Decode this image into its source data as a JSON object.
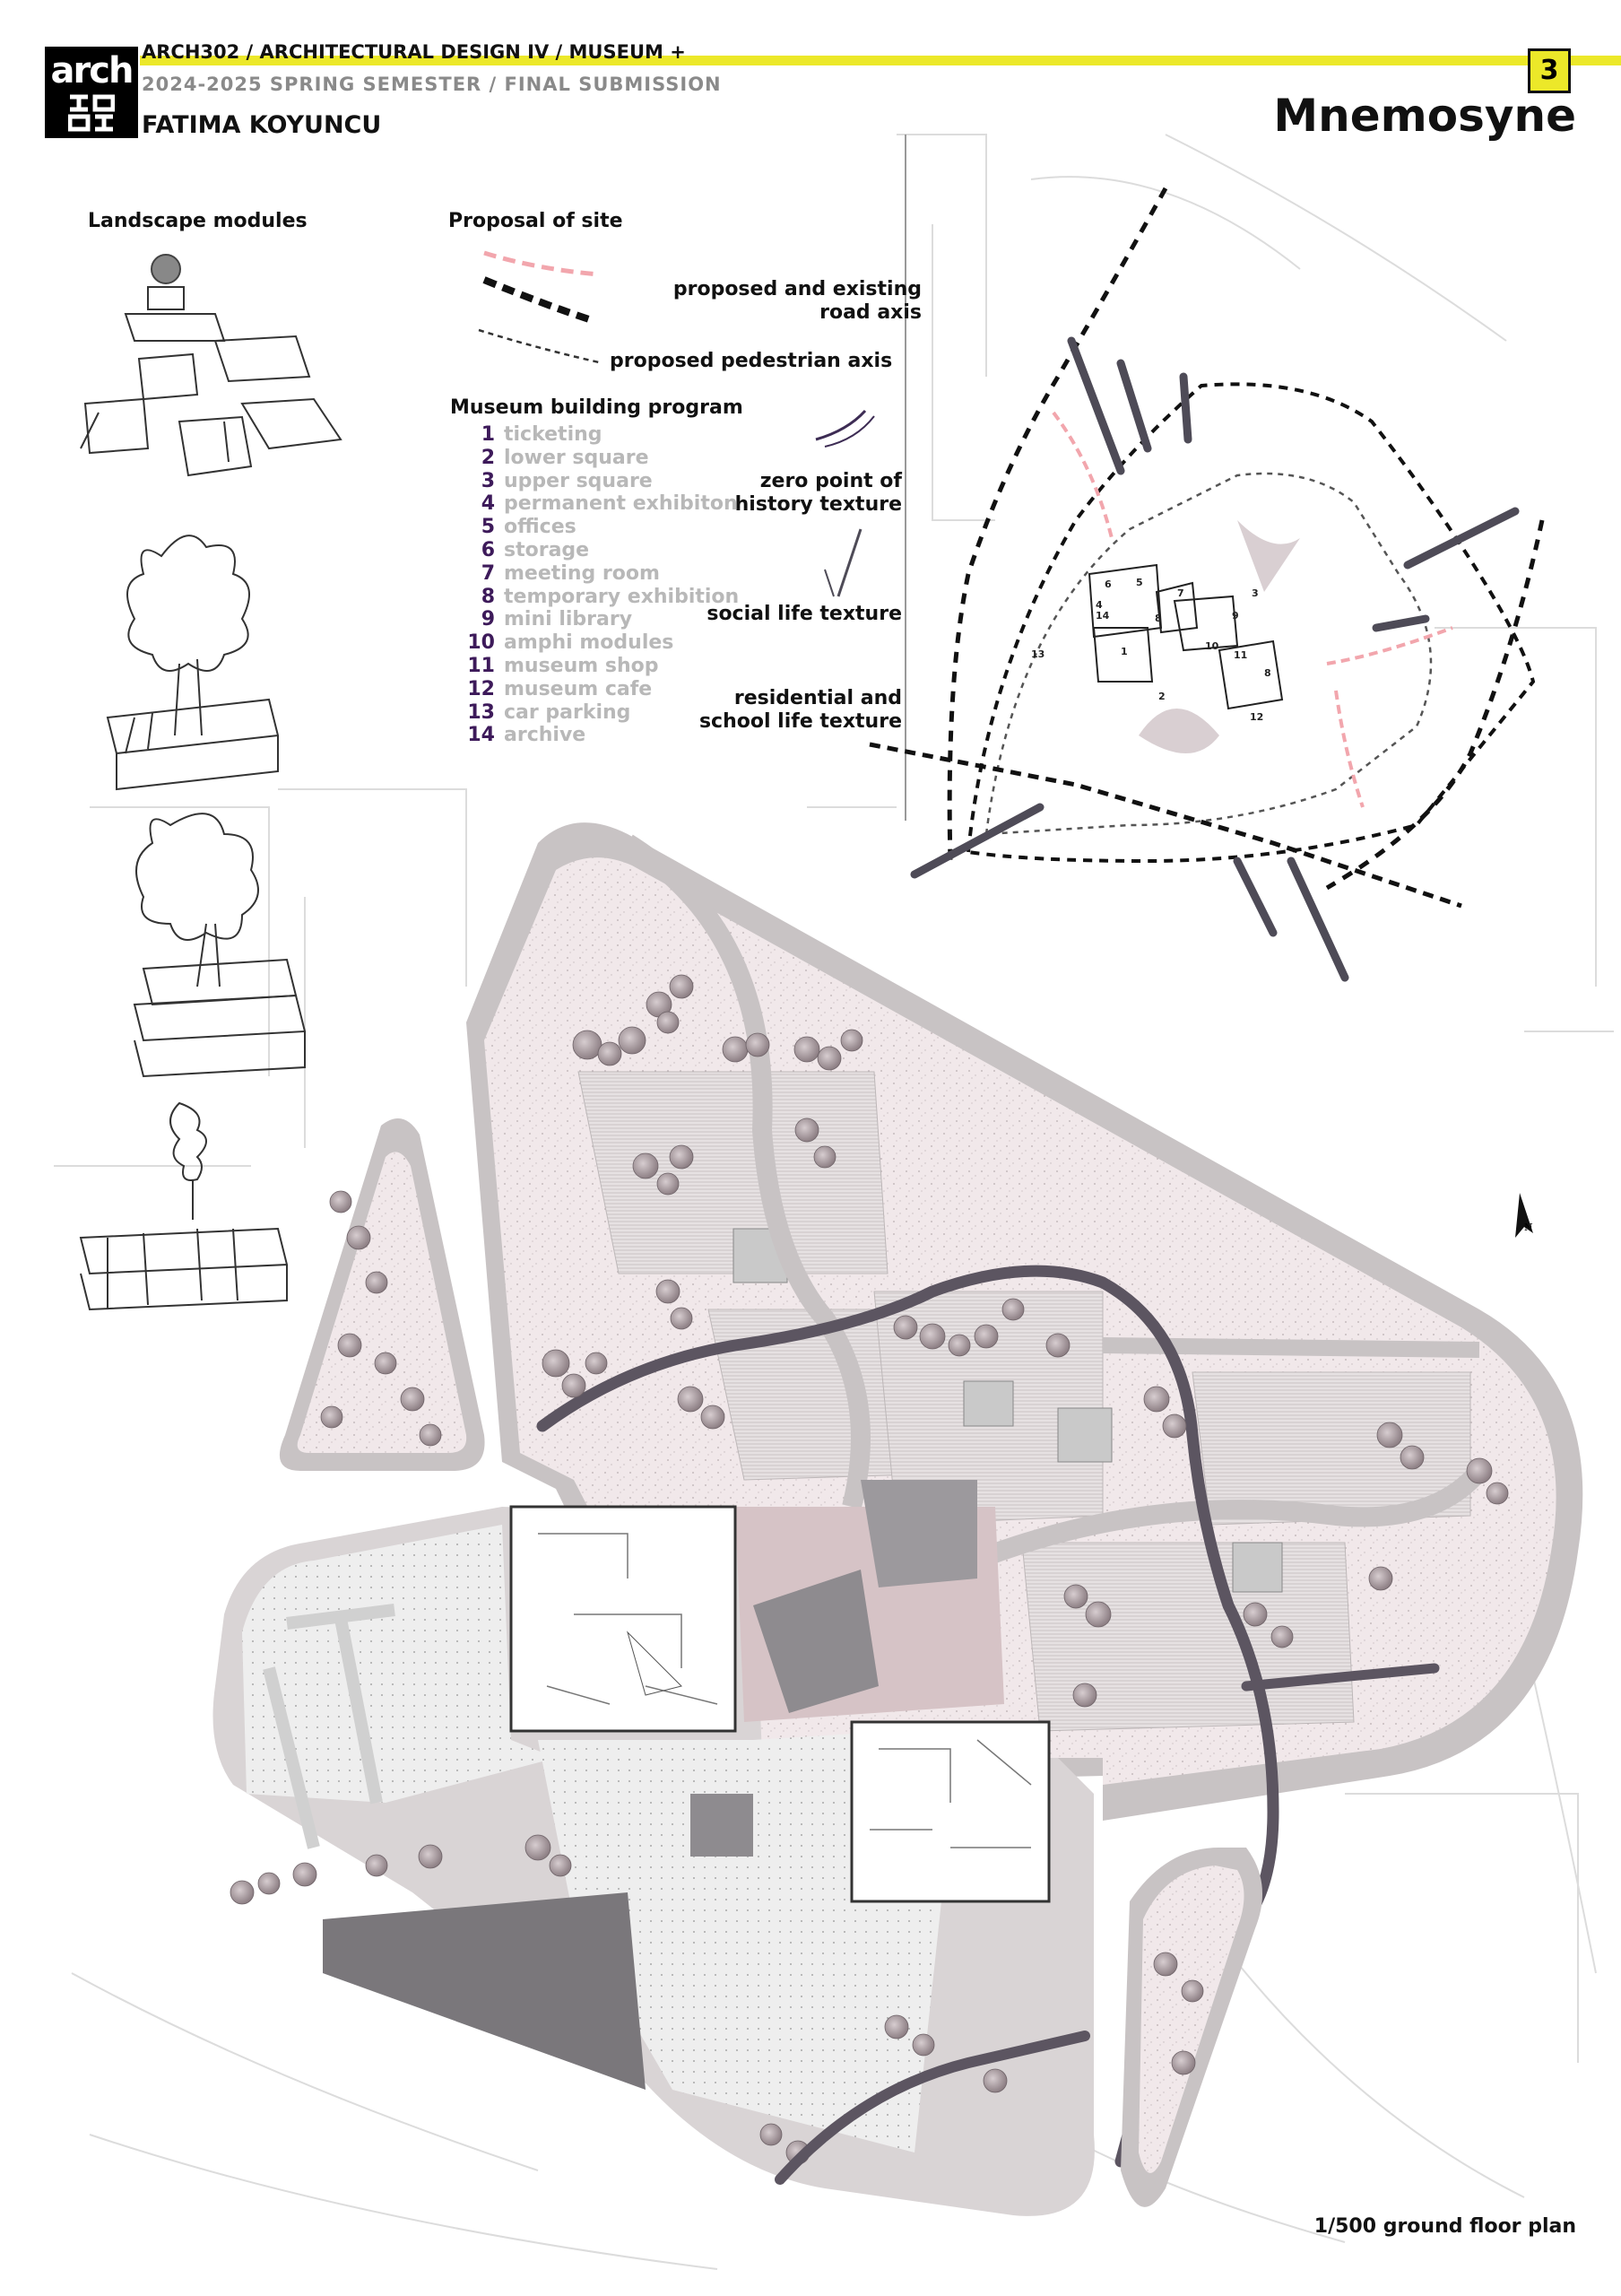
{
  "header": {
    "course": "ARCH302 / ARCHITECTURAL DESIGN IV / MUSEUM +",
    "semester": "2024-2025 SPRING SEMESTER / FINAL SUBMISSION",
    "author": "FATIMA KOYUNCU",
    "sheet_number": "3",
    "project_title": "Mnemosyne",
    "logo_text": "arch",
    "accent_color": "#ece829"
  },
  "landscape": {
    "title": "Landscape modules"
  },
  "proposal": {
    "title": "Proposal of site",
    "road_axis_label_line1": "proposed and existing",
    "road_axis_label_line2": "road axis",
    "pedestrian_label": "proposed pedestrian axis",
    "road_colors": {
      "proposed": "#f2a6ad",
      "existing": "#111111"
    }
  },
  "program": {
    "title": "Museum building program",
    "items": [
      {
        "num": "1",
        "label": "ticketing"
      },
      {
        "num": "2",
        "label": "lower square"
      },
      {
        "num": "3",
        "label": "upper square"
      },
      {
        "num": "4",
        "label": "permanent exhibiton"
      },
      {
        "num": "5",
        "label": "offices"
      },
      {
        "num": "6",
        "label": "storage"
      },
      {
        "num": "7",
        "label": "meeting room"
      },
      {
        "num": "8",
        "label": "temporary exhibition"
      },
      {
        "num": "9",
        "label": "mini library"
      },
      {
        "num": "10",
        "label": "amphi modules"
      },
      {
        "num": "11",
        "label": "museum shop"
      },
      {
        "num": "12",
        "label": "museum cafe"
      },
      {
        "num": "13",
        "label": "car parking"
      },
      {
        "num": "14",
        "label": "archive"
      }
    ]
  },
  "textures": {
    "history_line1": "zero point of",
    "history_line2": "history texture",
    "social": "social life texture",
    "residential_line1": "residential and",
    "residential_line2": "school life texture"
  },
  "site_numbers": [
    "1",
    "2",
    "3",
    "4",
    "5",
    "6",
    "7",
    "8",
    "8",
    "9",
    "10",
    "11",
    "12",
    "13",
    "14"
  ],
  "north_label": "N",
  "scale_label": "1/500 ground floor plan"
}
